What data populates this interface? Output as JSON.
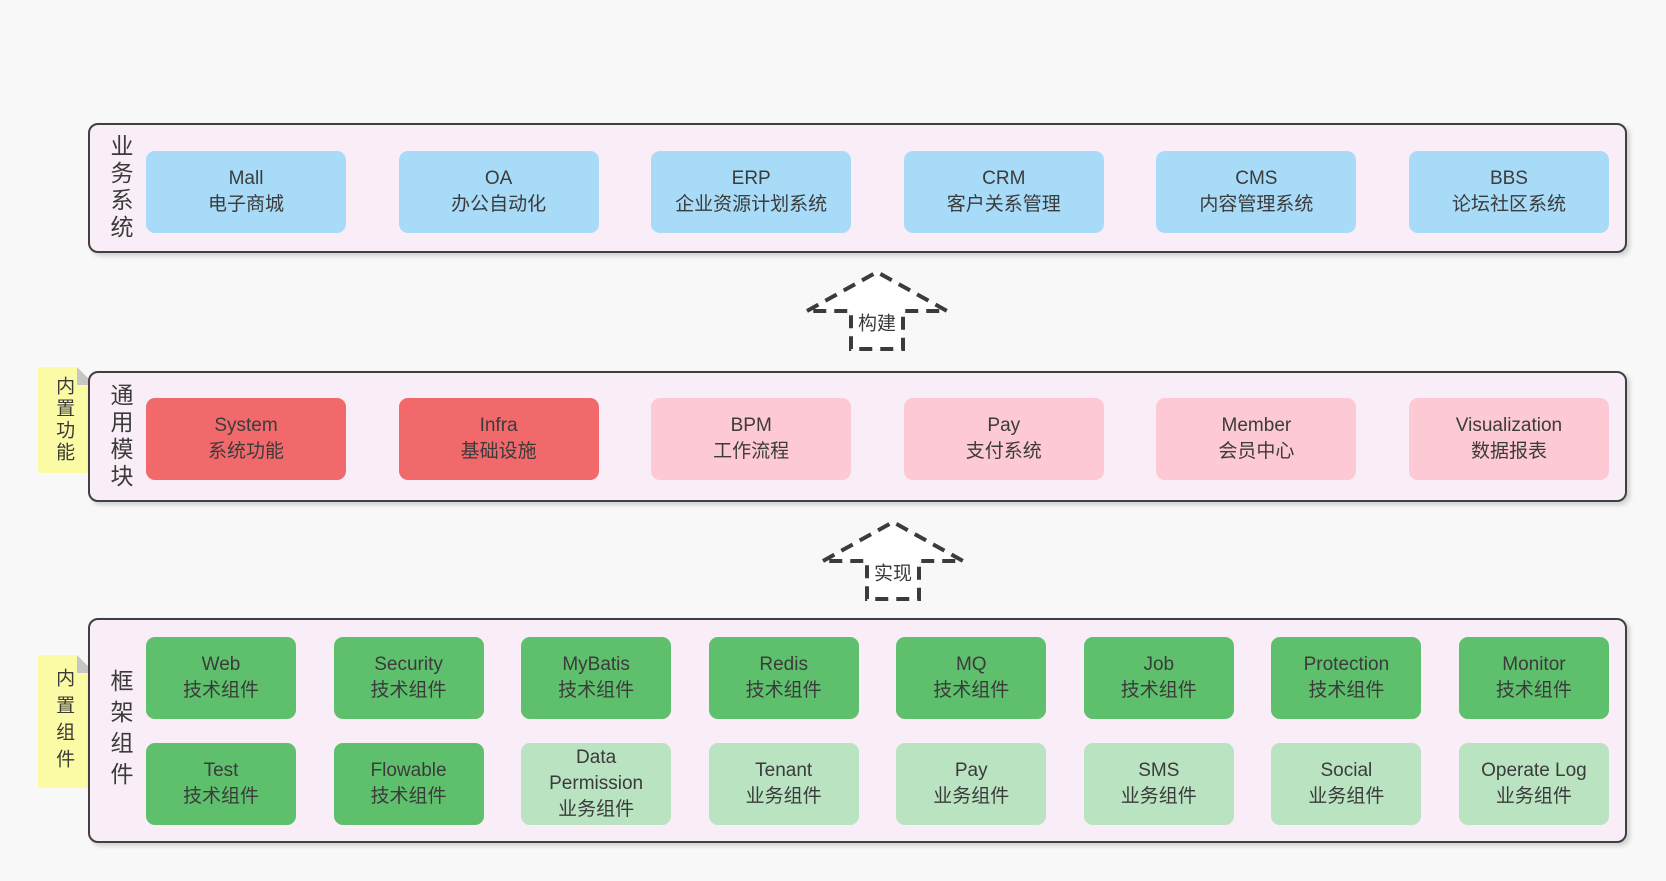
{
  "diagram": {
    "arrows": [
      {
        "label": "构建"
      },
      {
        "label": "实现"
      }
    ],
    "layers": [
      {
        "side_label": "业务系统",
        "rows": [
          [
            {
              "name": "Mall",
              "desc": "电子商城"
            },
            {
              "name": "OA",
              "desc": "办公自动化"
            },
            {
              "name": "ERP",
              "desc": "企业资源计划系统"
            },
            {
              "name": "CRM",
              "desc": "客户关系管理"
            },
            {
              "name": "CMS",
              "desc": "内容管理系统"
            },
            {
              "name": "BBS",
              "desc": "论坛社区系统"
            }
          ]
        ]
      },
      {
        "side_label": "通用模块",
        "sticky_tag": "内置功能",
        "rows": [
          [
            {
              "name": "System",
              "desc": "系统功能"
            },
            {
              "name": "Infra",
              "desc": "基础设施"
            },
            {
              "name": "BPM",
              "desc": "工作流程"
            },
            {
              "name": "Pay",
              "desc": "支付系统"
            },
            {
              "name": "Member",
              "desc": "会员中心"
            },
            {
              "name": "Visualization",
              "desc": "数据报表"
            }
          ]
        ]
      },
      {
        "side_label": "框架组件",
        "sticky_tag": "内置组件",
        "rows": [
          [
            {
              "name": "Web",
              "desc": "技术组件"
            },
            {
              "name": "Security",
              "desc": "技术组件"
            },
            {
              "name": "MyBatis",
              "desc": "技术组件"
            },
            {
              "name": "Redis",
              "desc": "技术组件"
            },
            {
              "name": "MQ",
              "desc": "技术组件"
            },
            {
              "name": "Job",
              "desc": "技术组件"
            },
            {
              "name": "Protection",
              "desc": "技术组件"
            },
            {
              "name": "Monitor",
              "desc": "技术组件"
            }
          ],
          [
            {
              "name": "Test",
              "desc": "技术组件"
            },
            {
              "name": "Flowable",
              "desc": "技术组件"
            },
            {
              "name": "Data Permission",
              "desc": "业务组件"
            },
            {
              "name": "Tenant",
              "desc": "业务组件"
            },
            {
              "name": "Pay",
              "desc": "业务组件"
            },
            {
              "name": "SMS",
              "desc": "业务组件"
            },
            {
              "name": "Social",
              "desc": "业务组件"
            },
            {
              "name": "Operate Log",
              "desc": "业务组件"
            }
          ]
        ]
      }
    ],
    "colors": {
      "background": "#f8f8f8",
      "container_fill": "#f9edf7",
      "container_border": "#404040",
      "business_box": "#a8dbf7",
      "core_module_box": "#f1696b",
      "optional_module_box": "#fcc9d4",
      "tech_component_box": "#5ec06c",
      "biz_component_box": "#b9e3c1",
      "sticky_tag": "#fbfaa5",
      "text": "#3b3b3b"
    }
  }
}
